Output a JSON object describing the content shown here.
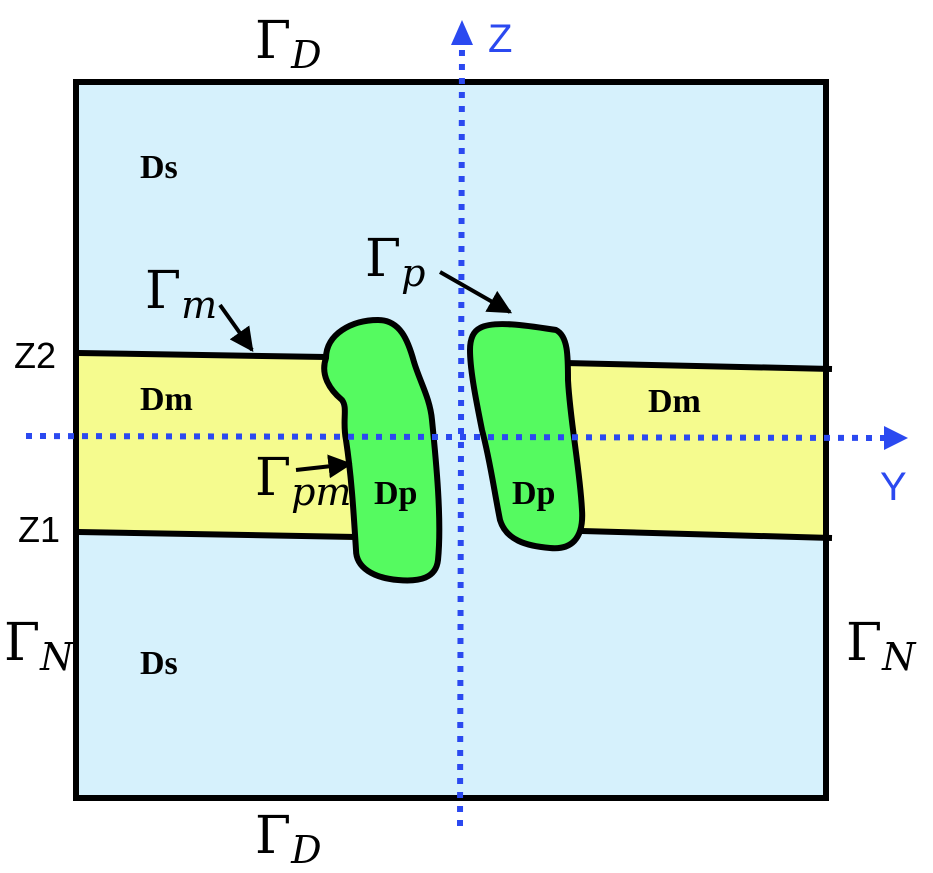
{
  "colors": {
    "solvent": "#d6f1fc",
    "membrane": "#f5fb8e",
    "protein": "#55fa60",
    "axis": "#2b49f0",
    "outline": "#000000"
  },
  "boundaries": {
    "top": {
      "symbol": "Γ",
      "sub": "D"
    },
    "bottom": {
      "symbol": "Γ",
      "sub": "D"
    },
    "left": {
      "symbol": "Γ",
      "sub": "N"
    },
    "right": {
      "symbol": "Γ",
      "sub": "N"
    },
    "membrane": {
      "symbol": "Γ",
      "sub": "m"
    },
    "protein": {
      "symbol": "Γ",
      "sub": "p"
    },
    "protein_membrane": {
      "symbol": "Γ",
      "sub": "pm"
    }
  },
  "regions": {
    "solvent_top": "Ds",
    "solvent_bottom": "Ds",
    "membrane_left": "Dm",
    "membrane_right": "Dm",
    "protein_left": "Dp",
    "protein_right": "Dp"
  },
  "axes": {
    "vertical": "Z",
    "horizontal": "Y"
  },
  "levels": {
    "upper": "Z2",
    "lower": "Z1"
  }
}
